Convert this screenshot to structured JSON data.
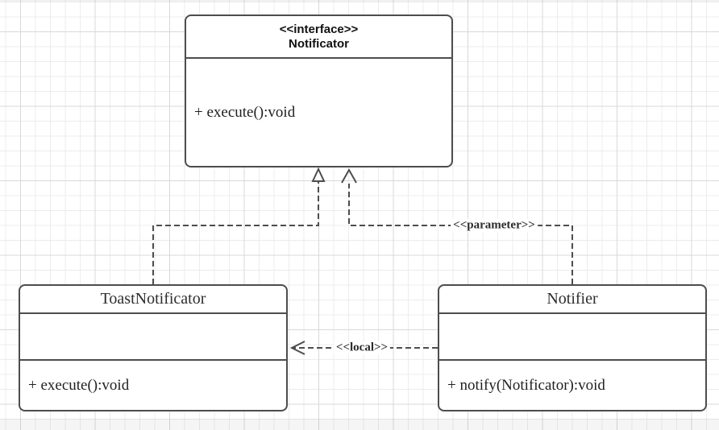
{
  "diagram": {
    "type": "uml-class-diagram",
    "classes": [
      {
        "stereotype": "<<interface>>",
        "name": "Notificator",
        "attributes": [],
        "methods": [
          "+ execute():void"
        ]
      },
      {
        "stereotype": "",
        "name": "ToastNotificator",
        "attributes": [],
        "methods": [
          "+ execute():void"
        ]
      },
      {
        "stereotype": "",
        "name": "Notifier",
        "attributes": [],
        "methods": [
          "+ notify(Notificator):void"
        ]
      }
    ],
    "edges": [
      {
        "from": "ToastNotificator",
        "to": "Notificator",
        "type": "realization",
        "label": ""
      },
      {
        "from": "Notifier",
        "to": "Notificator",
        "type": "dependency",
        "label": "<<parameter>>"
      },
      {
        "from": "Notifier",
        "to": "ToastNotificator",
        "type": "dependency",
        "label": "<<local>>"
      }
    ],
    "colors": {
      "stroke": "#4d4d4d",
      "fill": "#ffffff",
      "text": "#1a1a1a",
      "grid_minor": "#ececec",
      "grid_major": "#d9d9d9"
    }
  }
}
